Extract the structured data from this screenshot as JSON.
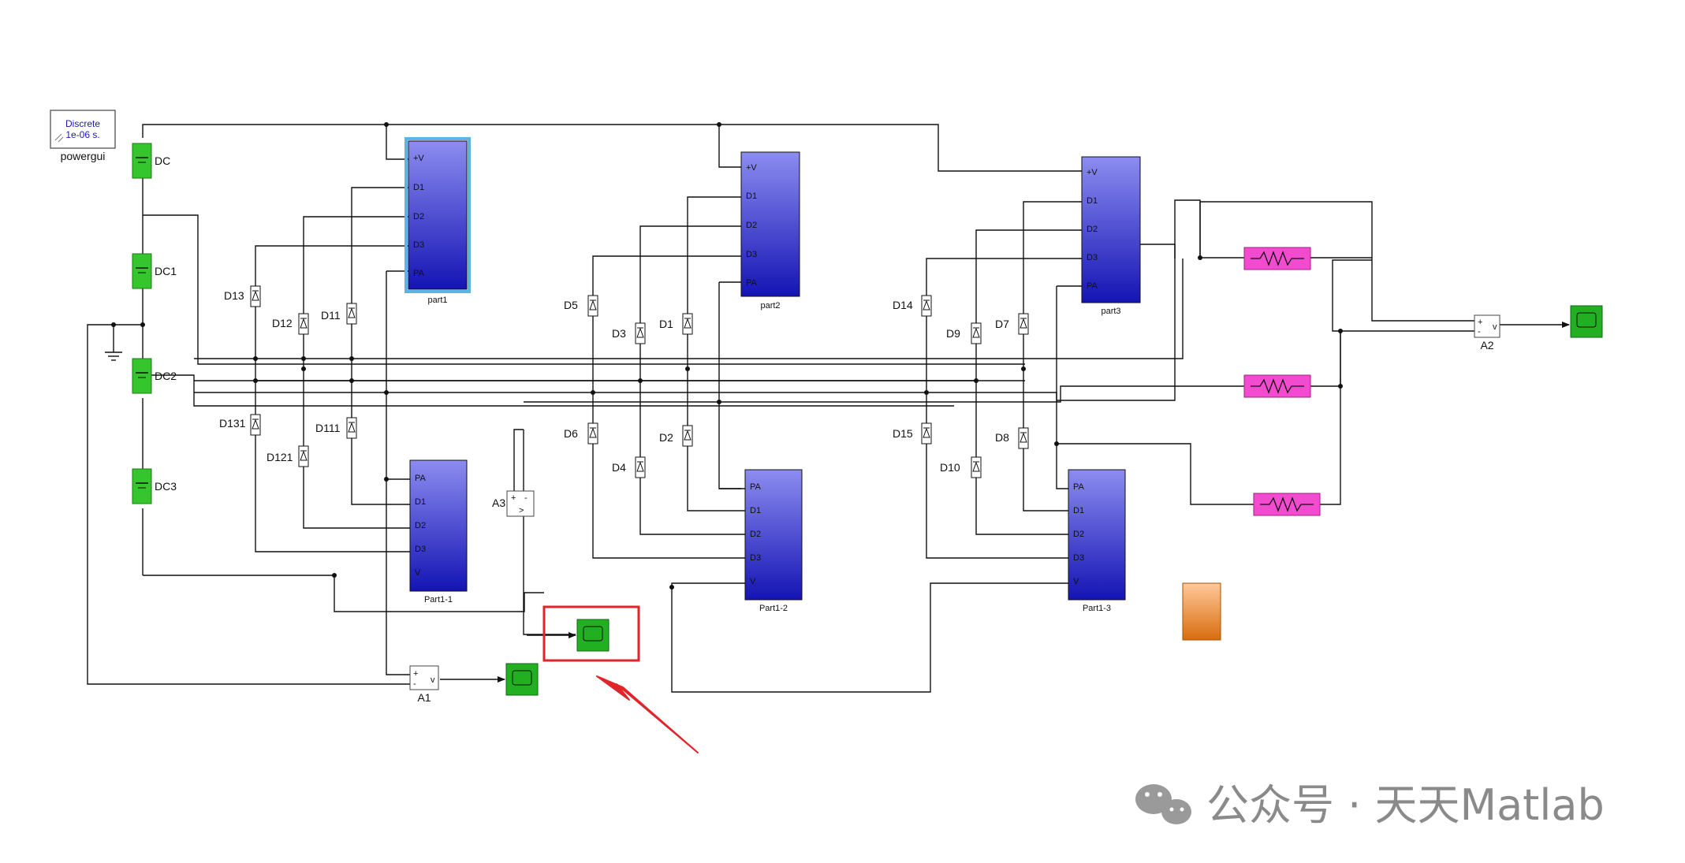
{
  "powergui": {
    "line1": "Discrete",
    "line2": "1e-06 s.",
    "label": "powergui"
  },
  "dc_sources": [
    "DC",
    "DC1",
    "DC2",
    "DC3"
  ],
  "subsystems": {
    "part1": "part1",
    "part2": "part2",
    "part3": "part3",
    "part1_1": "Part1-1",
    "part1_2": "Part1-2",
    "part1_3": "Part1-3"
  },
  "ports": {
    "v_plus": "+V",
    "d1": "D1",
    "d2": "D2",
    "d3": "D3",
    "pa": "PA",
    "v": "V"
  },
  "diodes": {
    "g1_top": [
      "D13",
      "D12",
      "D11"
    ],
    "g1_bot": [
      "D131",
      "D121",
      "D111"
    ],
    "g2_top": [
      "D5",
      "D3",
      "D1"
    ],
    "g2_bot": [
      "D6",
      "D4",
      "D2"
    ],
    "g3_top": [
      "D14",
      "D9",
      "D7"
    ],
    "g3_bot": [
      "D15",
      "D10",
      "D8"
    ]
  },
  "meters": {
    "a1": "A1",
    "a2": "A2",
    "a3": "A3"
  },
  "meter_glyphs": {
    "plus": "+",
    "minus": "-",
    "v": "v",
    "arrow": ">"
  },
  "watermark": "公众号 · 天天Matlab",
  "colors": {
    "dc_fill": "#35c52c",
    "subsystem_top": "#8c8cf0",
    "subsystem_bottom": "#1414b4",
    "resistor_fill": "#f24bcf",
    "scope_fill": "#22b022",
    "highlight": "#e0262b",
    "orange_top": "#ffc89b",
    "orange_bottom": "#d96d0d"
  }
}
